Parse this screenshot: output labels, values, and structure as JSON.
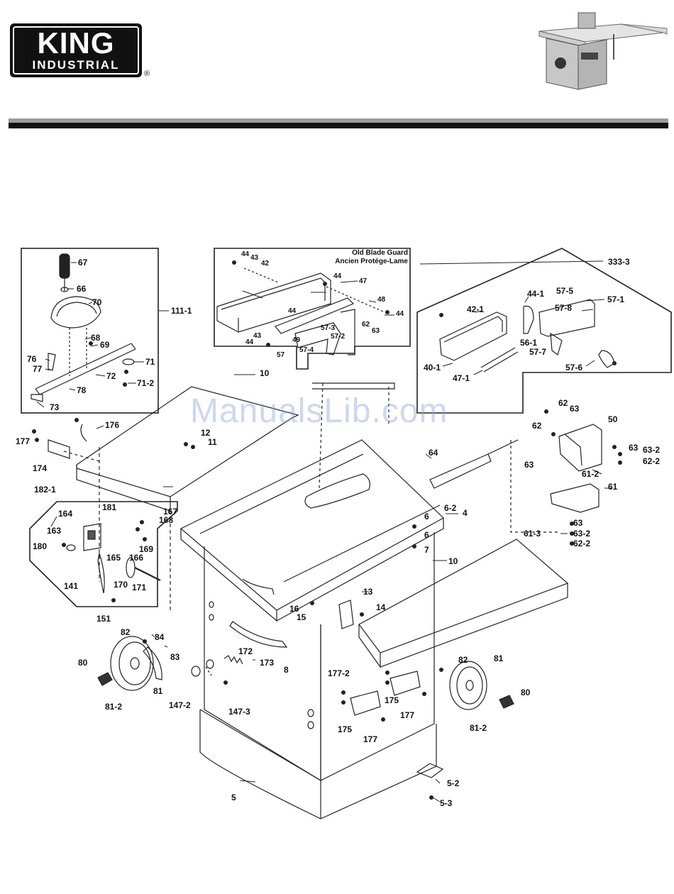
{
  "brand": {
    "name": "KING",
    "subtitle": "INDUSTRIAL",
    "registered": "®"
  },
  "watermark": "ManualsLib.com",
  "blade_guard_box": {
    "title_en": "Old Blade Guard",
    "title_fr": "Ancien Protége-Lame"
  },
  "labels": {
    "l67": "67",
    "l66": "66",
    "l70": "70",
    "l68": "68",
    "l69": "69",
    "l76": "76",
    "l77": "77",
    "l72": "72",
    "l71": "71",
    "l71_2": "71-2",
    "l78": "78",
    "l73": "73",
    "l111_1": "111-1",
    "l44a": "44",
    "l43a": "43",
    "l42": "42",
    "l44b": "44",
    "l47": "47",
    "l48": "48",
    "l44c": "44",
    "l44d": "44",
    "l43b": "43",
    "l44e": "44",
    "l57_3": "57-3",
    "l49": "49",
    "l57_2": "57-2",
    "l62a": "62",
    "l63a": "63",
    "l57": "57",
    "l57_4": "57-4",
    "l333_3": "333-3",
    "l42_1": "42-1",
    "l44_1": "44-1",
    "l57_5": "57-5",
    "l57_1": "57-1",
    "l57_8": "57-8",
    "l56_1": "56-1",
    "l57_7": "57-7",
    "l40_1": "40-1",
    "l47_1": "47-1",
    "l57_6": "57-6",
    "l10a": "10",
    "l176": "176",
    "l177a": "177",
    "l174": "174",
    "l12": "12",
    "l11": "11",
    "l64": "64",
    "l62b": "62",
    "l63b": "63",
    "l62c": "62",
    "l50": "50",
    "l63c": "63",
    "l63d": "63",
    "l63_2a": "63-2",
    "l62_2a": "62-2",
    "l61_2": "61-2",
    "l61": "61",
    "l182_1": "182-1",
    "l164": "164",
    "l163": "163",
    "l180": "180",
    "l181": "181",
    "l167": "167",
    "l168": "168",
    "l165": "165",
    "l166": "166",
    "l169": "169",
    "l141": "141",
    "l170": "170",
    "l171": "171",
    "l151": "151",
    "l6_2": "6-2",
    "l4": "4",
    "l6a": "6",
    "l6b": "6",
    "l7": "7",
    "l61_3": "61-3",
    "l63e": "63",
    "l63_2b": "63-2",
    "l62_2b": "62-2",
    "l10b": "10",
    "l13": "13",
    "l16": "16",
    "l15": "15",
    "l14": "14",
    "l82a": "82",
    "l84": "84",
    "l83": "83",
    "l80a": "80",
    "l81a": "81",
    "l81_2a": "81-2",
    "l172": "172",
    "l173": "173",
    "l8": "8",
    "l147_2": "147-2",
    "l147_3": "147-3",
    "l177_2": "177-2",
    "l175a": "175",
    "l177b": "177",
    "l175b": "175",
    "l177c": "177",
    "l82b": "82",
    "l81b": "81",
    "l80b": "80",
    "l81_2b": "81-2",
    "l5": "5",
    "l5_2": "5-2",
    "l5_3": "5-3"
  }
}
